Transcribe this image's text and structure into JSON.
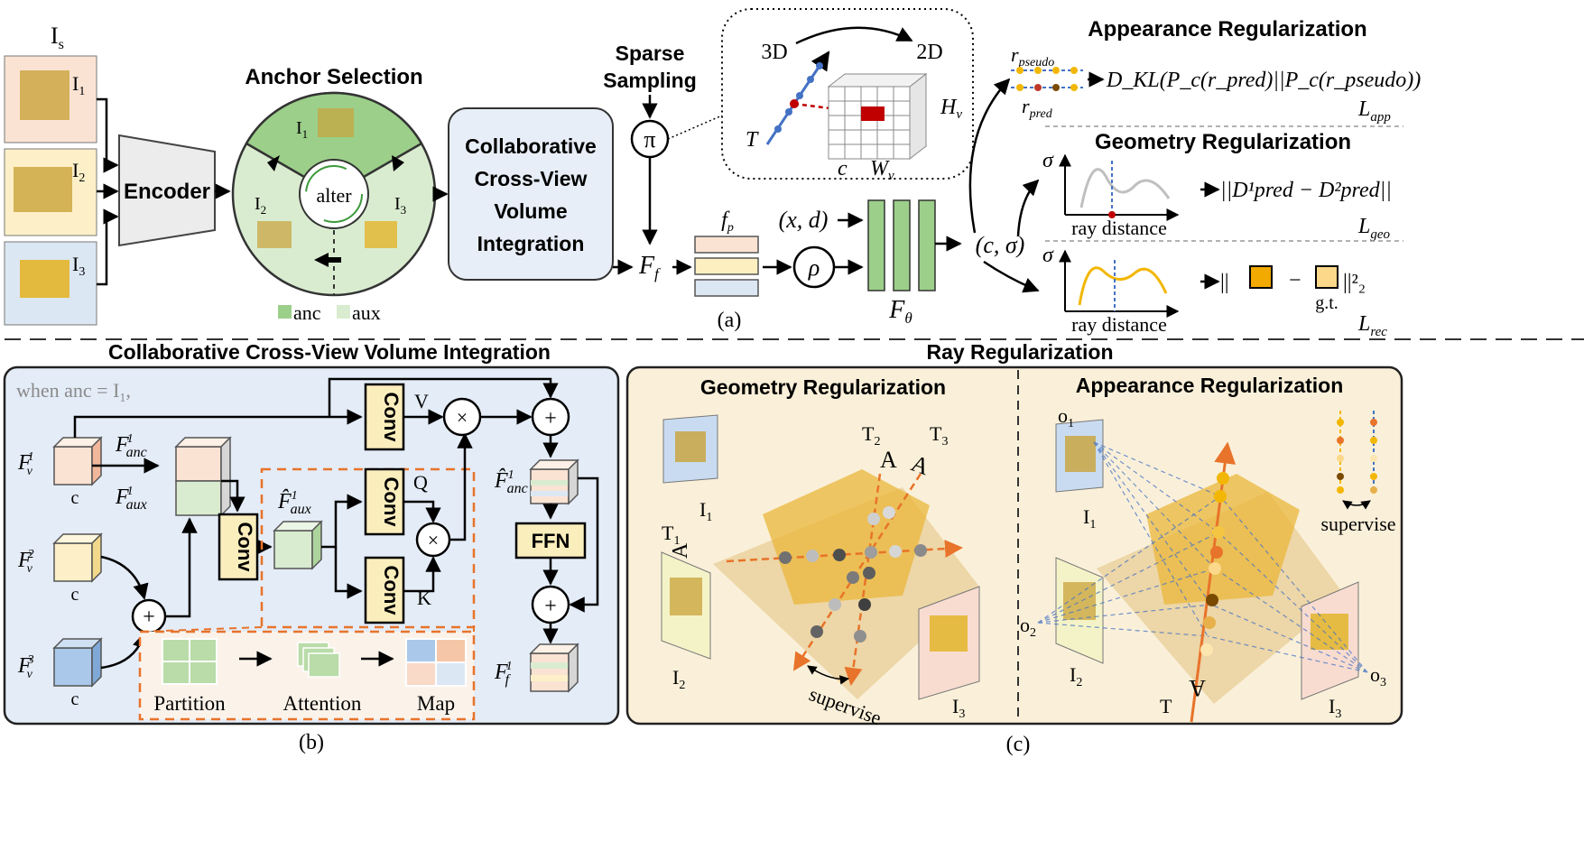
{
  "top": {
    "Is": "I",
    "Is_sub": "s",
    "images": [
      {
        "label": "I",
        "sub": "1"
      },
      {
        "label": "I",
        "sub": "2"
      },
      {
        "label": "I",
        "sub": "3"
      }
    ],
    "encoder": "Encoder",
    "anchor_selection": {
      "title": "Anchor Selection",
      "alter": "alter",
      "legend_anc": "anc",
      "legend_aux": "aux"
    },
    "ccvi_box": [
      "Collaborative",
      "Cross-View",
      "Volume",
      "Integration"
    ],
    "sparse_sampling": [
      "Sparse",
      "Sampling"
    ],
    "pi": "π",
    "bubble": {
      "d3": "3D",
      "d2": "2D",
      "T": "T",
      "c": "c",
      "Wv": "W",
      "Wv_sub": "v",
      "Hv": "H",
      "Hv_sub": "v"
    },
    "Ff": "F",
    "Ff_sub": "f",
    "fp": "f",
    "fp_sub": "p",
    "xd": "(x, d)",
    "rho": "ρ",
    "Ftheta": "F",
    "Ftheta_sub": "θ",
    "csigma": "(c, σ)",
    "label_a": "(a)",
    "app_title": "Appearance Regularization",
    "r_pseudo": "r",
    "r_pseudo_sub": "pseudo",
    "r_pred": "r",
    "r_pred_sub": "pred",
    "dkl": "D_KL(P_c(r_pred)||P_c(r_pseudo))",
    "L_app": "L",
    "L_app_sub": "app",
    "geo_title": "Geometry Regularization",
    "sigma": "σ",
    "ray_distance": "ray distance",
    "geo_formula": "||D¹pred − D²pred||",
    "L_geo": "L",
    "L_geo_sub": "geo",
    "rec_formula_pre": "||",
    "rec_formula_mid": "−",
    "rec_formula_post": "||²₂",
    "gt": "g.t.",
    "L_rec": "L",
    "L_rec_sub": "rec"
  },
  "panel_b": {
    "title": "Collaborative Cross-View Volume Integration",
    "when": "when anc = I",
    "when_sub": "1",
    "when_tail": ",",
    "Fv1": "F",
    "Fv2": "F",
    "Fv3": "F",
    "c": "c",
    "F_anc": "F",
    "anc_sub": "anc",
    "F_aux": "F",
    "aux_sub": "aux",
    "conv": "Conv",
    "ffn": "FFN",
    "V": "V",
    "Q": "Q",
    "K": "K",
    "times": "×",
    "plus": "+",
    "partition": "Partition",
    "attention": "Attention",
    "map": "Map",
    "Ff": "F",
    "f_sub": "f",
    "label_b": "(b)"
  },
  "panel_c": {
    "title": "Ray Regularization",
    "geo": "Geometry Regularization",
    "app": "Appearance Regularization",
    "I1": "I",
    "I2": "I",
    "I3": "I",
    "T1": "T",
    "T2": "T",
    "T3": "T",
    "T": "T",
    "o1": "o",
    "o2": "o",
    "o3": "o",
    "supervise": "supervise",
    "label_c": "(c)"
  },
  "colors": {
    "anc_green": "#9ccf8a",
    "aux_green": "#d9ecd0",
    "panel_b_bg": "#e4ecf7",
    "panel_c_bg": "#faf0d9",
    "orange": "#e8732a",
    "conv_fill": "#fbeebd",
    "blue": "#4472c4",
    "gold": "#f2b705"
  }
}
